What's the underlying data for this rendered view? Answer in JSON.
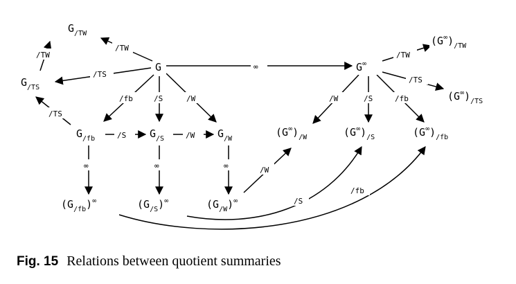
{
  "caption": {
    "label": "Fig. 15",
    "text": "Relations between quotient summaries"
  },
  "nodes": {
    "g": {
      "base": "G",
      "sup": "",
      "sub": "",
      "paren": false
    },
    "g_tw": {
      "base": "G",
      "sup": "",
      "sub": "/TW",
      "paren": false
    },
    "g_ts": {
      "base": "G",
      "sup": "",
      "sub": "/TS",
      "paren": false
    },
    "g_fb": {
      "base": "G",
      "sup": "",
      "sub": "/fb",
      "paren": false
    },
    "g_s": {
      "base": "G",
      "sup": "",
      "sub": "/S",
      "paren": false
    },
    "g_w": {
      "base": "G",
      "sup": "",
      "sub": "/W",
      "paren": false
    },
    "g_fb_inf": {
      "base": "(G",
      "inner_sub": "/fb",
      "close": ")",
      "sup": "∞"
    },
    "g_s_inf": {
      "base": "(G",
      "inner_sub": "/S",
      "close": ")",
      "sup": "∞"
    },
    "g_w_inf": {
      "base": "(G",
      "inner_sub": "/W",
      "close": ")",
      "sup": "∞"
    },
    "ginf": {
      "base": "G",
      "sup": "∞",
      "sub": ""
    },
    "ginf_tw": {
      "base": "(G",
      "sup_inner": "∞",
      "close": ")",
      "sub": "/TW"
    },
    "ginf_ts": {
      "base": "(G",
      "sup_inner": "∞",
      "close": ")",
      "sub": "/TS"
    },
    "ginf_w": {
      "base": "(G",
      "sup_inner": "∞",
      "close": ")",
      "sub": "/W"
    },
    "ginf_s": {
      "base": "(G",
      "sup_inner": "∞",
      "close": ")",
      "sub": "/S"
    },
    "ginf_fb": {
      "base": "(G",
      "sup_inner": "∞",
      "close": ")",
      "sub": "/fb"
    }
  },
  "edge_labels": {
    "g_to_gtw": "/TW",
    "gts_to_gtw": "/TW",
    "g_to_gts": "/TS",
    "gfb_to_gts": "/TS",
    "g_to_gfb": "/fb",
    "g_to_gs": "/S",
    "g_to_gw": "/W",
    "gfb_to_gs": "/S",
    "gs_to_gw": "/W",
    "gfb_inf": "∞",
    "gs_inf": "∞",
    "gw_inf": "∞",
    "g_to_ginf": "∞",
    "ginf_to_tw": "/TW",
    "ginf_to_ts": "/TS",
    "ginf_to_w": "/W",
    "ginf_to_s": "/S",
    "ginf_to_fb": "/fb",
    "gwinf_to_ginfw": "/W",
    "gsinf_to_ginfs": "/S",
    "gfbinf_to_ginffb": "/fb"
  }
}
